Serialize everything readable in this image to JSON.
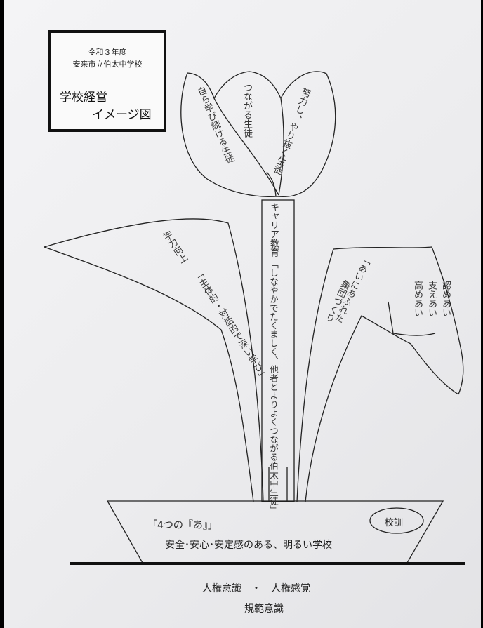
{
  "title_box": {
    "year": "令和３年度",
    "school": "安来市立伯太中学校",
    "title_line1": "学校経営",
    "title_line2": "イメージ図"
  },
  "petals": {
    "left": "自ら学び続ける生徒",
    "center": "つながる生徒",
    "right": "努力し、やり抜く生徒"
  },
  "stem": {
    "heading": "キャリア教育",
    "text": "「しなやかでたくましく、他者とよりよくつながる伯太中生徒」"
  },
  "left_leaf": {
    "heading": "学力向上",
    "text": "「主体的・対話的で深い学び」"
  },
  "right_leaf": {
    "heading": "「あいにあふれた",
    "text": "集団づくり",
    "words": [
      "認めあい",
      "支えあい",
      "高めあい"
    ]
  },
  "pot": {
    "line1": "「4つの『あ』」",
    "line2": "安全･安心･安定感のある、明るい学校",
    "motto": "校訓"
  },
  "footer": {
    "line1": "人権意識　・　人権感覚",
    "line2": "規範意識"
  }
}
